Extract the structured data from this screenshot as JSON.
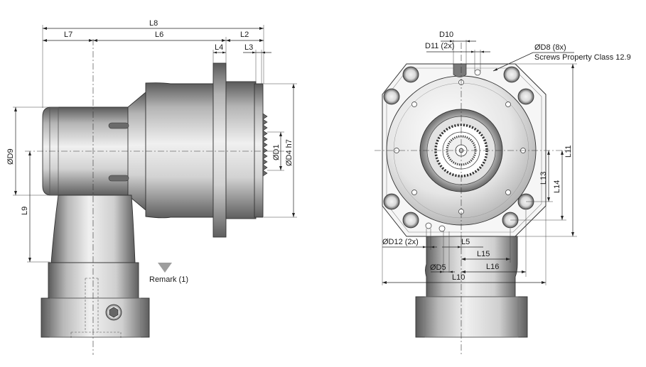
{
  "labels": {
    "L8": "L8",
    "L7": "L7",
    "L6": "L6",
    "L2": "L2",
    "L4": "L4",
    "L3": "L3",
    "D9": "ØD9",
    "D1": "ØD1",
    "D4": "ØD4 h7",
    "L9": "L9",
    "remark": "Remark (1)",
    "D10": "D10",
    "D11": "D11 (2x)",
    "D8": "ØD8 (8x)",
    "screws": "Screws Property Class 12.9",
    "L11": "L11",
    "L13": "L13",
    "L14": "L14",
    "D12": "ØD12 (2x)",
    "L5": "L5",
    "L15": "L15",
    "D5": "ØD5",
    "L16": "L16",
    "L10": "L10"
  },
  "colors": {
    "body_dark": "#5e5e5e",
    "body_light": "#e4e4e4",
    "remark_marker": "#9e9e9e"
  }
}
